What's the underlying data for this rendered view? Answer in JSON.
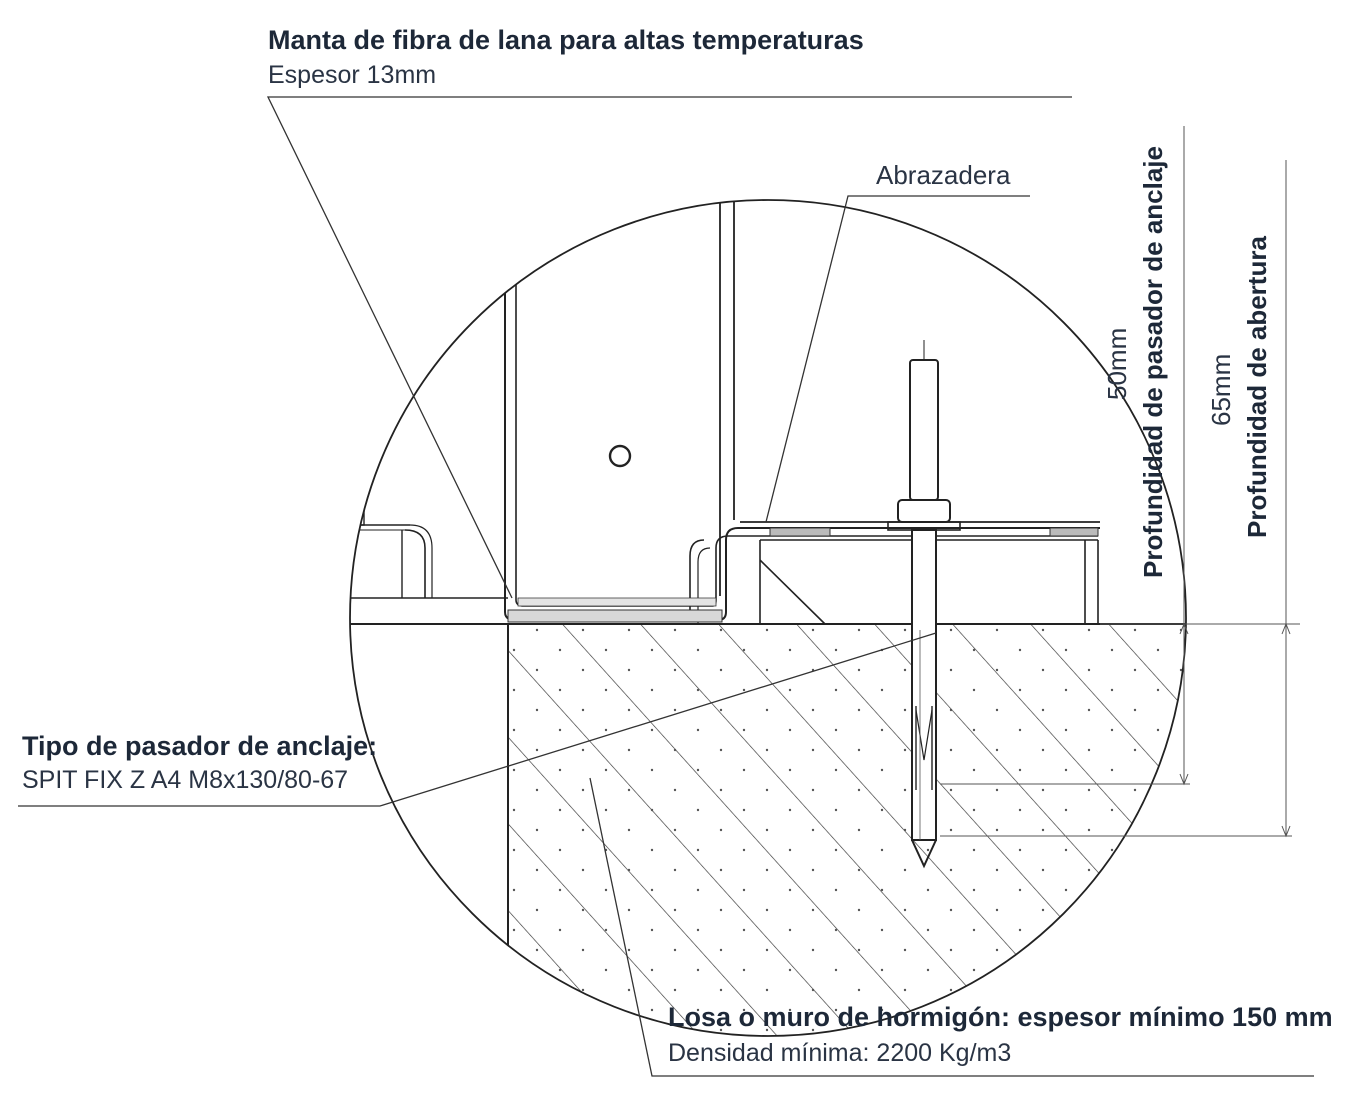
{
  "labels": {
    "blanket_title": "Manta de fibra de lana para altas temperaturas",
    "blanket_sub": "Espesor 13mm",
    "clamp": "Abrazadera",
    "anchor_depth_value": "50mm",
    "anchor_depth_label": "Profundidad de pasador de anclaje",
    "opening_depth_value": "65mm",
    "opening_depth_label": "Profundidad de abertura",
    "anchor_type_title": "Tipo de pasador de anclaje:",
    "anchor_type_sub": "SPIT FIX Z A4 M8x130/80-67",
    "slab_title": "Losa o muro de hormigón: espesor mínimo 150 mm",
    "slab_sub": "Densidad mínima: 2200 Kg/m3"
  },
  "colors": {
    "text_dark": "#1d2838",
    "line": "#222222"
  }
}
